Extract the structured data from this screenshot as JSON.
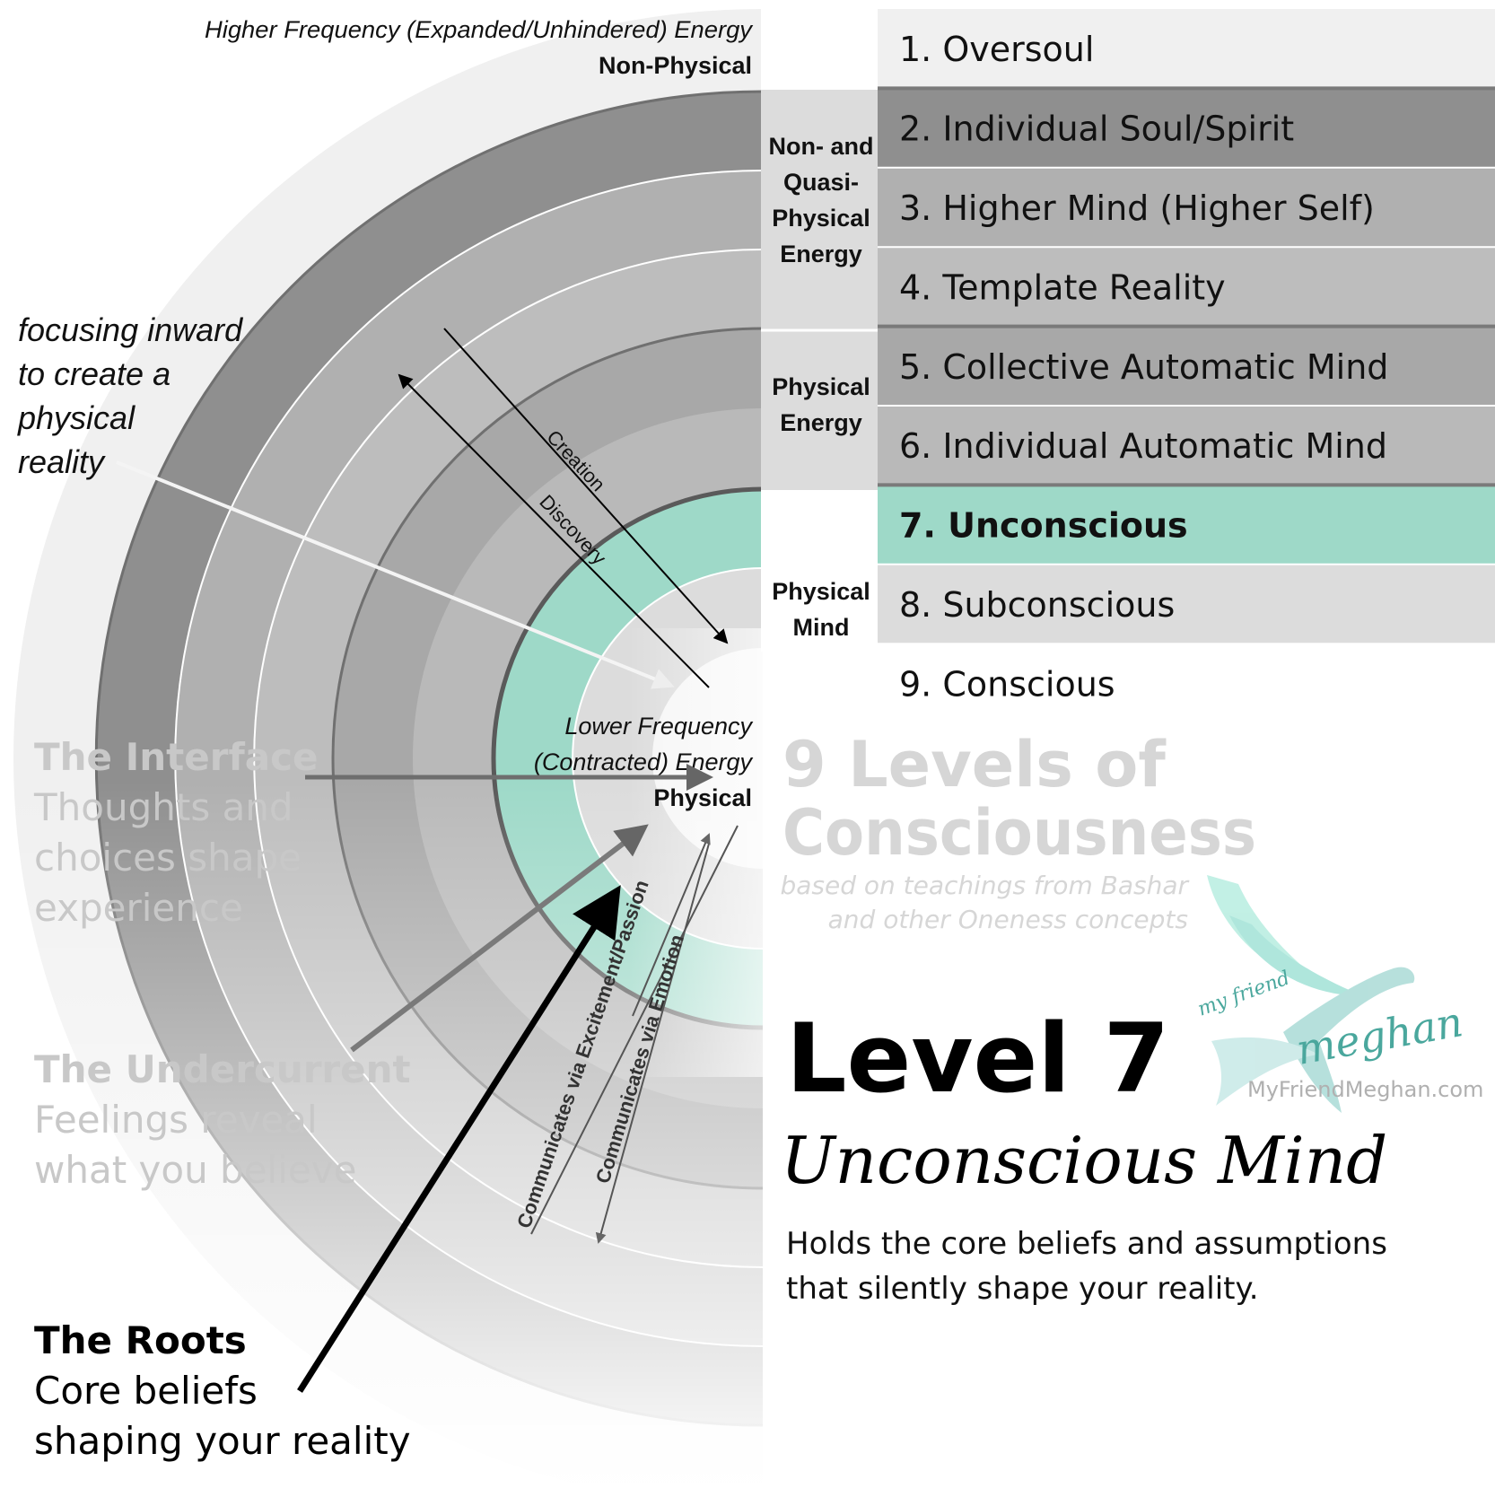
{
  "header": {
    "energy_top_line1": "Higher Frequency (Expanded/Unhindered) Energy",
    "energy_top_line2": "Non-Physical",
    "energy_bottom_line1": "Lower Frequency",
    "energy_bottom_line2": "(Contracted) Energy",
    "energy_bottom_line3": "Physical"
  },
  "levels": [
    {
      "label": "1. Oversoul",
      "fill": "#f0f0f0"
    },
    {
      "label": "2. Individual Soul/Spirit",
      "fill": "#8f8f8f"
    },
    {
      "label": "3. Higher Mind (Higher Self)",
      "fill": "#b0b0b0"
    },
    {
      "label": "4. Template Reality",
      "fill": "#bdbdbd"
    },
    {
      "label": "5. Collective Automatic Mind",
      "fill": "#a8a8a8"
    },
    {
      "label": "6. Individual Automatic Mind",
      "fill": "#b9b9b9"
    },
    {
      "label": "7. Unconscious",
      "fill": "#9ed9c8"
    },
    {
      "label": "8. Subconscious",
      "fill": "#dcdcdc"
    },
    {
      "label": "9. Conscious",
      "fill": "#ffffff"
    }
  ],
  "groups": [
    {
      "lines": [
        "Non- and",
        "Quasi-",
        "Physical",
        "Energy"
      ]
    },
    {
      "lines": [
        "Physical",
        "Energy"
      ]
    },
    {
      "lines": [
        "Physical",
        "Mind"
      ]
    }
  ],
  "arrows": {
    "creation": "Creation",
    "discovery": "Discovery",
    "excitement": "Communicates via Excitement/Passion",
    "emotion": "Communicates via Emotion"
  },
  "focusing": [
    "focusing inward",
    "to create a",
    "physical",
    "reality"
  ],
  "layers": {
    "interface_title": "The Interface",
    "interface_lines": [
      "Thoughts and",
      "choices shape",
      "experience"
    ],
    "undercurrent_title": "The Undercurrent",
    "undercurrent_lines": [
      "Feelings reveal",
      "what you believe"
    ],
    "roots_title": "The Roots",
    "roots_lines": [
      "Core beliefs",
      "shaping your reality"
    ]
  },
  "title": {
    "line1": "9 Levels of",
    "line2": "Consciousness",
    "sub1": "based on teachings from Bashar",
    "sub2": "and other Oneness concepts"
  },
  "logo": {
    "small": "my friend",
    "script": "meghan",
    "url": "MyFriendMeghan.com"
  },
  "detail": {
    "heading": "Level 7",
    "subheading": "Unconscious Mind",
    "line1": "Holds the core beliefs and assumptions",
    "line2": "that silently shape your reality."
  },
  "colors": {
    "teal": "#9ed9c8",
    "dark_gray": "#8f8f8f",
    "faded_text": "#c8c8c8"
  }
}
